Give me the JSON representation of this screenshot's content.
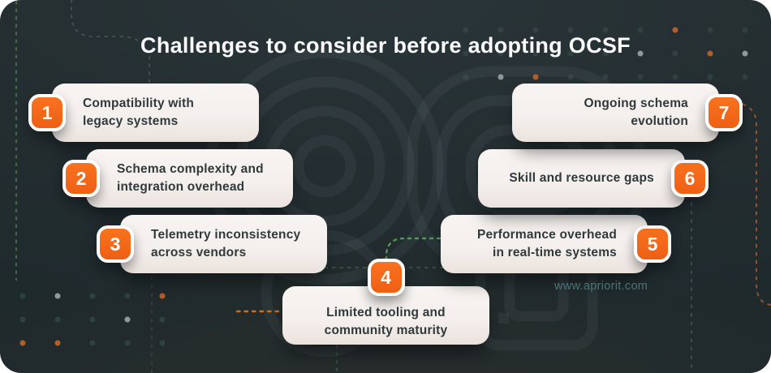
{
  "title": "Challenges to consider before adopting OCSF",
  "watermark": "www.apriorit.com",
  "colors": {
    "background": "#242e31",
    "card_background": "#f6f1ee",
    "accent_orange": "#f4671d",
    "card_text": "#30393c",
    "title_text": "#fbfbfc",
    "watermark_teal": "#4b7477",
    "dash_green": "#57a45b",
    "dash_orange": "#b65c28",
    "dot_gray": "#8f989b",
    "dot_orange": "#b25d2a"
  },
  "challenges": [
    {
      "number": "1",
      "text": "Compatibility with\nlegacy systems",
      "badge_side": "left"
    },
    {
      "number": "2",
      "text": "Schema complexity and\nintegration overhead",
      "badge_side": "left"
    },
    {
      "number": "3",
      "text": "Telemetry inconsistency\nacross vendors",
      "badge_side": "left"
    },
    {
      "number": "4",
      "text": "Limited tooling and\ncommunity maturity",
      "badge_side": "top"
    },
    {
      "number": "5",
      "text": "Performance overhead\nin real-time systems",
      "badge_side": "right"
    },
    {
      "number": "6",
      "text": "Skill and resource gaps",
      "badge_side": "right"
    },
    {
      "number": "7",
      "text": "Ongoing schema evolution",
      "badge_side": "right"
    }
  ]
}
